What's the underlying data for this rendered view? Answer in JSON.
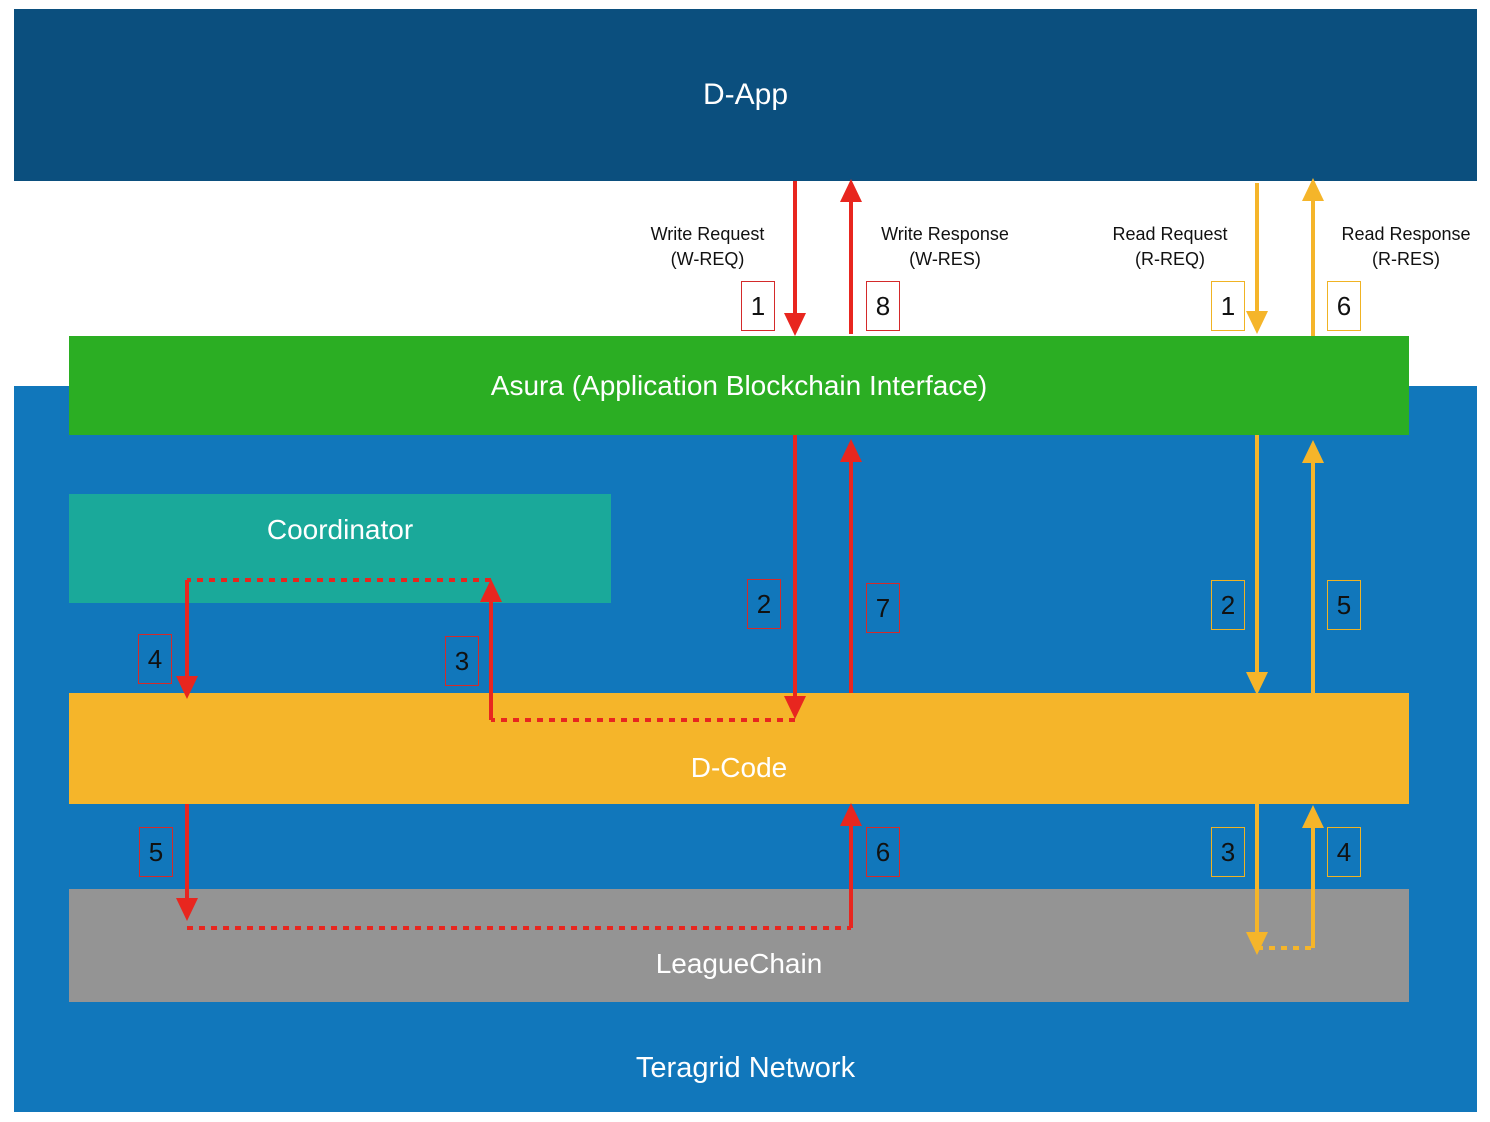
{
  "layers": {
    "dapp": "D-App",
    "asura": "Asura (Application Blockchain Interface)",
    "coordinator": "Coordinator",
    "dcode": "D-Code",
    "leaguechain": "LeagueChain",
    "network": "Teragrid Network"
  },
  "flows": {
    "write_request": {
      "line1": "Write Request",
      "line2": "(W-REQ)"
    },
    "write_response": {
      "line1": "Write Response",
      "line2": "(W-RES)"
    },
    "read_request": {
      "line1": "Read Request",
      "line2": "(R-REQ)"
    },
    "read_response": {
      "line1": "Read Response",
      "line2": "(R-RES)"
    }
  },
  "steps": {
    "write": [
      "1",
      "8",
      "2",
      "7",
      "4",
      "3",
      "5",
      "6"
    ],
    "read": [
      "1",
      "6",
      "2",
      "5",
      "3",
      "4"
    ]
  },
  "colors": {
    "write_arrow": "#e8261f",
    "read_arrow": "#f5b52a",
    "dapp": "#0b4f7e",
    "network": "#1177bb",
    "asura": "#2bae23",
    "coordinator": "#1aa99a",
    "dcode": "#f5b52a",
    "leaguechain": "#949494"
  }
}
